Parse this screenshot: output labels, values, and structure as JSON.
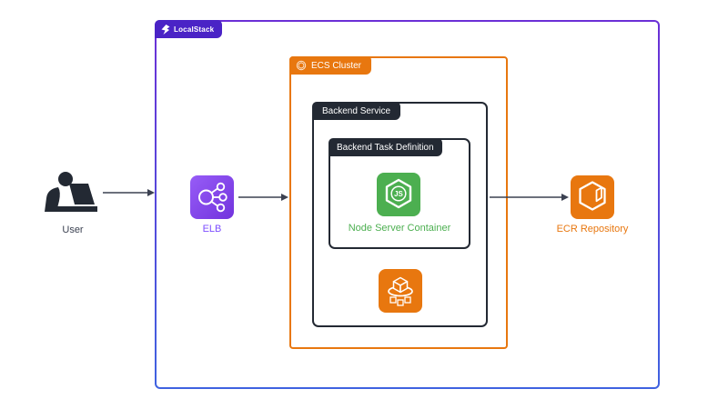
{
  "diagram": {
    "type": "architecture",
    "boundaries": {
      "localstack": {
        "label": "LocalStack",
        "tab_color": "#4a23c6",
        "border_gradient_top": "#6b2fd6",
        "border_gradient_bottom": "#3f62e0"
      },
      "ecs_cluster": {
        "label": "ECS Cluster",
        "color": "#e8770f"
      },
      "backend_service": {
        "label": "Backend Service",
        "color": "#232933"
      },
      "backend_task_definition": {
        "label": "Backend Task Definition",
        "color": "#232933"
      }
    },
    "nodes": {
      "user": {
        "label": "User",
        "icon": "person-at-laptop-icon",
        "color": "#232933"
      },
      "elb": {
        "label": "ELB",
        "icon": "load-balancer-icon",
        "color": "#7c4dff"
      },
      "node_server": {
        "label": "Node Server Container",
        "icon": "nodejs-icon",
        "glyph_text": "JS",
        "color": "#4caf50"
      },
      "ecs_service": {
        "icon": "ecs-cube-orbit-icon",
        "color": "#e8770f"
      },
      "ecr": {
        "label": "ECR Repository",
        "icon": "ecr-cube-icon",
        "color": "#e8770f"
      }
    },
    "connections": [
      {
        "from": "user",
        "to": "elb"
      },
      {
        "from": "elb",
        "to": "backend_service"
      },
      {
        "from": "backend_service",
        "to": "ecr"
      }
    ],
    "arrow_color": "#3b4151"
  }
}
